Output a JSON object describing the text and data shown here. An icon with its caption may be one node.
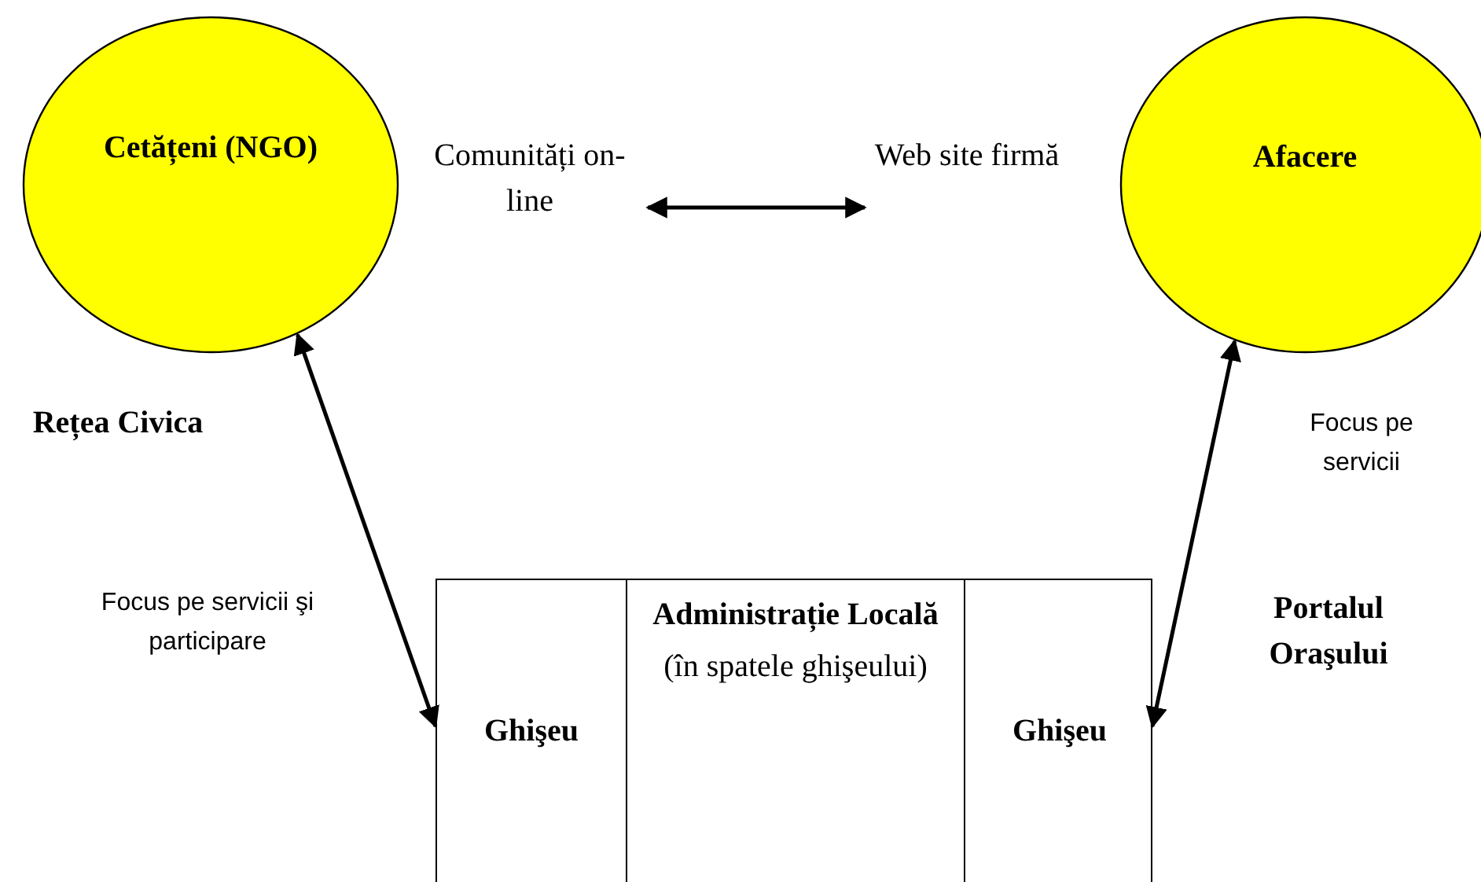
{
  "diagram": {
    "nodes": [
      {
        "text": [
          "Cetățeni (NGO)"
        ]
      },
      {
        "text": [
          "Comunități on-line"
        ]
      },
      {
        "text": [
          "Web site firmă"
        ]
      },
      {
        "text": [
          "Afacere"
        ]
      },
      {
        "text": [],
        "shape": "box"
      },
      {
        "text": [
          "Ghişeu"
        ],
        "in": 4
      },
      {
        "text": [
          "Administrație Locală",
          "(în spatele ghişeului)"
        ],
        "in": 4
      },
      {
        "text": [
          "Ghişeu"
        ],
        "in": 4
      }
    ],
    "edges": [
      {
        "from": 1,
        "to": 2,
        "arrow": "both"
      },
      {
        "from": 0,
        "to": 5,
        "arrow": "both"
      },
      {
        "from": 3,
        "to": 7,
        "arrow": "both"
      }
    ],
    "labels": [
      "Rețea Civica",
      "Focus pe servicii",
      "Focus pe servicii şi participare",
      "Portalul Oraşului"
    ]
  }
}
